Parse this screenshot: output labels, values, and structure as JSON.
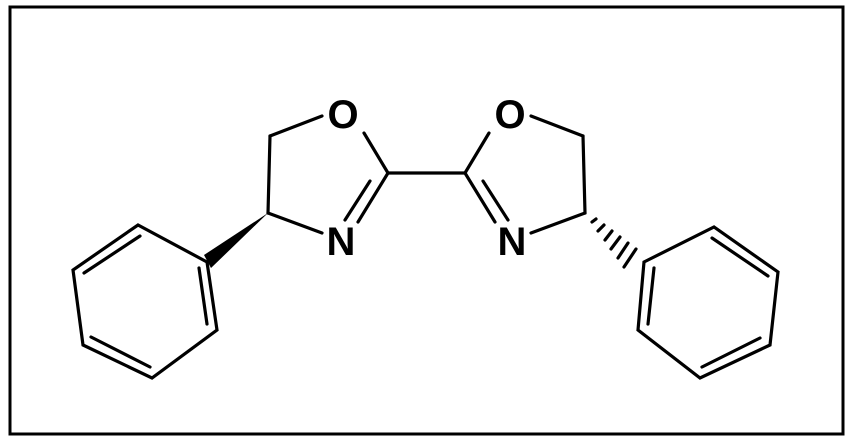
{
  "molecule": {
    "atoms": {
      "o_left": "O",
      "n_left": "N",
      "o_right": "O",
      "n_right": "N"
    }
  },
  "colors": {
    "ink": "#000000",
    "background": "#ffffff"
  }
}
